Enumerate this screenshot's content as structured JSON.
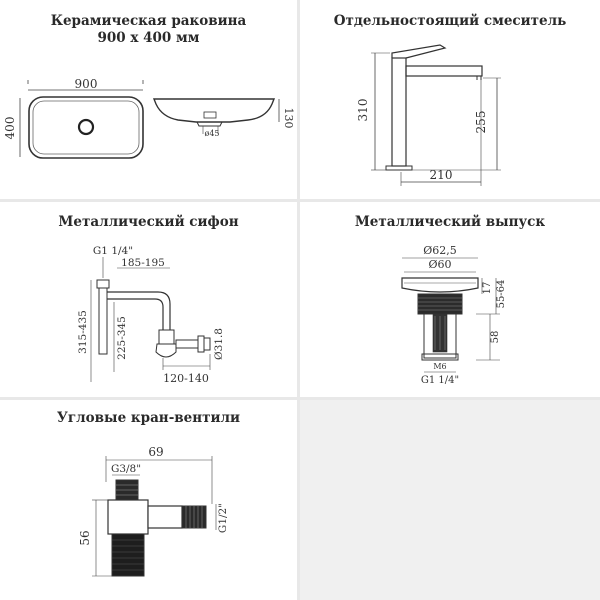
{
  "sink": {
    "title_line1": "Керамическая раковина",
    "title_line2": "900 x 400 мм",
    "width": "900",
    "depth": "400",
    "height": "130",
    "drain": "ø45"
  },
  "faucet": {
    "title": "Отдельностоящий смеситель",
    "height": "310",
    "spout_height": "255",
    "reach": "210"
  },
  "siphon": {
    "title": "Металлический сифон",
    "thread": "G1 1/4\"",
    "horizontal": "185-195",
    "total_height": "315-435",
    "inner_height": "225-345",
    "diameter": "Ø31.8",
    "outlet_offset": "120-140"
  },
  "drain": {
    "title": "Металлический выпуск",
    "outer_diameter": "Ø62,5",
    "inner_diameter": "Ø60",
    "cap_height": "17",
    "body_length": "55-64",
    "lower_length": "58",
    "bolt": "M6",
    "thread": "G1 1/4\""
  },
  "valve": {
    "title": "Угловые кран-вентили",
    "length": "69",
    "inlet_thread": "G3/8\"",
    "outlet_thread": "G1/2\"",
    "height": "56"
  }
}
